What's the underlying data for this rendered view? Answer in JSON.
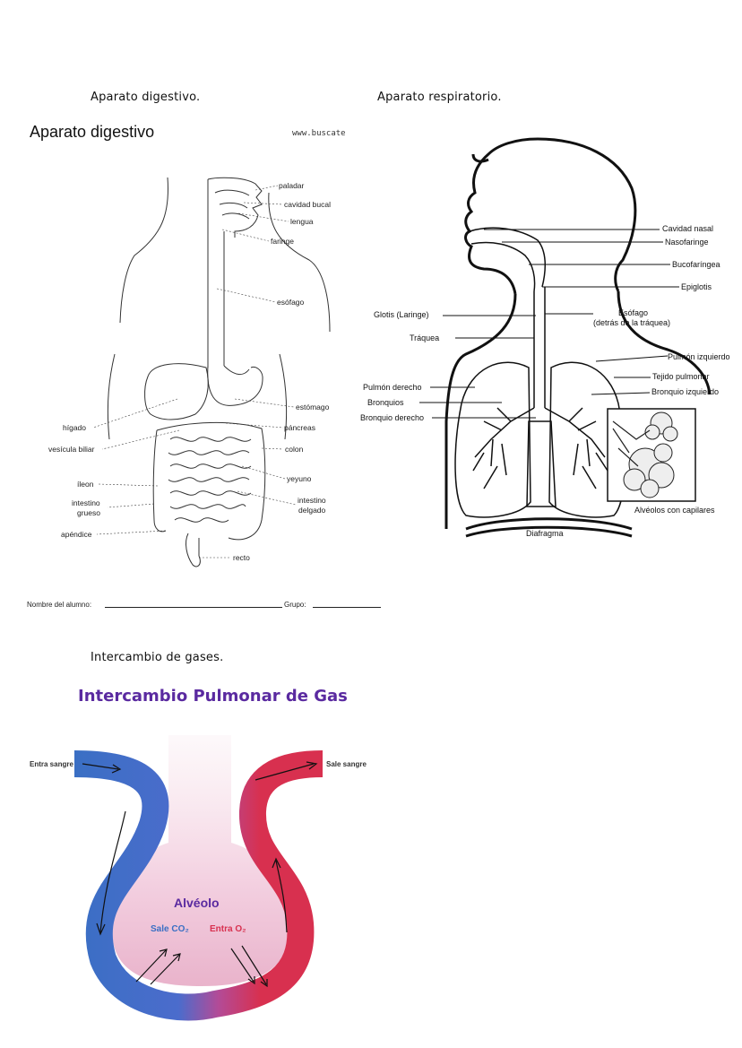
{
  "headers": {
    "digestive": "Aparato digestivo.",
    "respiratory": "Aparato respiratorio.",
    "exchange": "Intercambio de gases."
  },
  "digestive": {
    "title": "Aparato digestivo",
    "source": "www.buscate",
    "labels": {
      "paladar": "paladar",
      "cavidad_bucal": "cavidad bucal",
      "lengua": "lengua",
      "faringe": "faringe",
      "esofago": "esófago",
      "estomago": "estómago",
      "higado": "hígado",
      "pancreas": "páncreas",
      "vesicula": "vesícula biliar",
      "colon": "colon",
      "ileon": "íleon",
      "yeyuno": "yeyuno",
      "intestino_grueso_1": "intestino",
      "intestino_grueso_2": "grueso",
      "intestino_delgado_1": "intestino",
      "intestino_delgado_2": "delgado",
      "apendice": "apéndice",
      "recto": "recto"
    },
    "footer": {
      "name_label": "Nombre del alumno:",
      "group_label": "Grupo:"
    }
  },
  "respiratory": {
    "labels": {
      "cavidad_nasal": "Cavidad nasal",
      "nasofaringe": "Nasofaringe",
      "bucofaringea": "Bucofaríngea",
      "epiglotis": "Epiglotis",
      "glotis": "Glotis (Laringe)",
      "esofago_1": "Esófago",
      "esofago_2": "(detrás de la tráquea)",
      "traquea": "Tráquea",
      "pulmon_izq": "Pulmón izquierdo",
      "tejido": "Tejido pulmonar",
      "pulmon_der": "Pulmón derecho",
      "bronquio_izq": "Bronquio izquierdo",
      "bronquios": "Bronquios",
      "bronquio_der": "Bronquio derecho",
      "alveolos": "Alvéolos con capilares",
      "diafragma": "Diafragma"
    }
  },
  "exchange": {
    "title": "Intercambio Pulmonar de Gas",
    "entra_sangre": "Entra sangre",
    "sale_sangre": "Sale sangre",
    "alveolo": "Alvéolo",
    "sale_co2": "Sale CO₂",
    "entra_o2": "Entra O₂"
  },
  "colors": {
    "deoxygenated": "#3a6fc4",
    "oxygenated": "#d8304f",
    "title_purple": "#5a2aa0",
    "alveolus_pink": "#e9b3cb"
  }
}
